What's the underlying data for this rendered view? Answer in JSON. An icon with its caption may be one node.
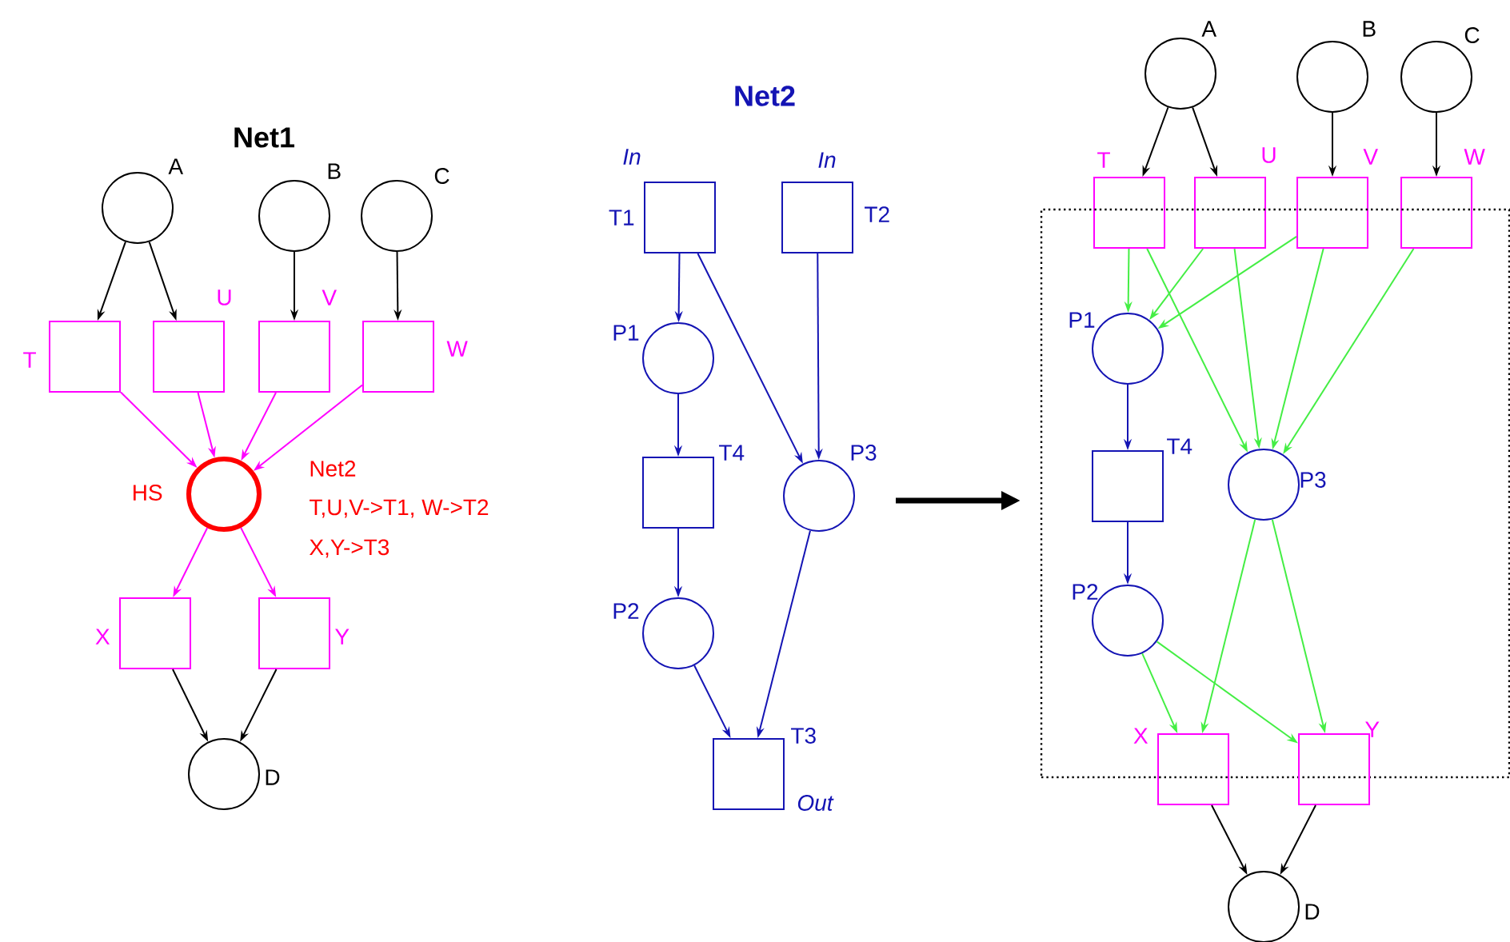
{
  "diagram": {
    "nodes": [
      {
        "text": [],
        "shape": "circle",
        "beside": [
          "A"
        ]
      },
      {
        "text": [],
        "shape": "circle",
        "beside": [
          "B"
        ]
      },
      {
        "text": [],
        "shape": "circle",
        "beside": [
          "C"
        ]
      },
      {
        "text": [],
        "shape": "box",
        "beside": [
          "T"
        ]
      },
      {
        "text": [],
        "shape": "box",
        "beside": [
          "U"
        ]
      },
      {
        "text": [],
        "shape": "box",
        "beside": [
          "V"
        ]
      },
      {
        "text": [],
        "shape": "box",
        "beside": [
          "W"
        ]
      },
      {
        "text": [],
        "shape": "circle",
        "beside": [
          "HS",
          "Net2",
          "T,U,V->T1, W->T2",
          "X,Y->T3"
        ]
      },
      {
        "text": [],
        "shape": "box",
        "beside": [
          "X"
        ]
      },
      {
        "text": [],
        "shape": "box",
        "beside": [
          "Y"
        ]
      },
      {
        "text": [],
        "shape": "circle",
        "beside": [
          "D"
        ]
      },
      {
        "text": [],
        "shape": "box",
        "beside": [
          "In",
          "T1"
        ]
      },
      {
        "text": [],
        "shape": "box",
        "beside": [
          "In",
          "T2"
        ]
      },
      {
        "text": [],
        "shape": "circle",
        "beside": [
          "P1"
        ]
      },
      {
        "text": [],
        "shape": "box",
        "beside": [
          "T4"
        ]
      },
      {
        "text": [],
        "shape": "circle",
        "beside": [
          "P3"
        ]
      },
      {
        "text": [],
        "shape": "circle",
        "beside": [
          "P2"
        ]
      },
      {
        "text": [],
        "shape": "box",
        "beside": [
          "T3",
          "Out"
        ]
      },
      {
        "text": [],
        "shape": "circle",
        "beside": [
          "A"
        ]
      },
      {
        "text": [],
        "shape": "circle",
        "beside": [
          "B"
        ]
      },
      {
        "text": [],
        "shape": "circle",
        "beside": [
          "C"
        ]
      },
      {
        "text": [],
        "shape": "box",
        "beside": [
          "T"
        ]
      },
      {
        "text": [],
        "shape": "box",
        "beside": [
          "U"
        ]
      },
      {
        "text": [],
        "shape": "box",
        "beside": [
          "V"
        ]
      },
      {
        "text": [],
        "shape": "box",
        "beside": [
          "W"
        ]
      },
      {
        "text": [],
        "shape": "box"
      },
      {
        "text": [],
        "shape": "circle",
        "beside": [
          "P1"
        ],
        "in": 25
      },
      {
        "text": [],
        "shape": "box",
        "beside": [
          "T4"
        ],
        "in": 25
      },
      {
        "text": [],
        "shape": "circle",
        "beside": [
          "P3"
        ],
        "in": 25
      },
      {
        "text": [],
        "shape": "circle",
        "beside": [
          "P2"
        ],
        "in": 25
      },
      {
        "text": [],
        "shape": "box",
        "beside": [
          "X"
        ]
      },
      {
        "text": [],
        "shape": "box",
        "beside": [
          "Y"
        ]
      },
      {
        "text": [],
        "shape": "circle",
        "beside": [
          "D"
        ]
      }
    ],
    "edges": [
      {
        "from": 0,
        "to": 3,
        "arrow": "to"
      },
      {
        "from": 0,
        "to": 4,
        "arrow": "to"
      },
      {
        "from": 1,
        "to": 5,
        "arrow": "to"
      },
      {
        "from": 2,
        "to": 6,
        "arrow": "to"
      },
      {
        "from": 3,
        "to": 7,
        "arrow": "to",
        "color": "#ff00ff"
      },
      {
        "from": 4,
        "to": 7,
        "arrow": "to",
        "color": "#ff00ff"
      },
      {
        "from": 5,
        "to": 7,
        "arrow": "to",
        "color": "#ff00ff"
      },
      {
        "from": 6,
        "to": 7,
        "arrow": "to",
        "color": "#ff00ff"
      },
      {
        "from": 7,
        "to": 8,
        "arrow": "to",
        "color": "#ff00ff"
      },
      {
        "from": 7,
        "to": 9,
        "arrow": "to",
        "color": "#ff00ff"
      },
      {
        "from": 8,
        "to": 10,
        "arrow": "to"
      },
      {
        "from": 9,
        "to": 10,
        "arrow": "to"
      },
      {
        "from": 11,
        "to": 13,
        "arrow": "to",
        "color": "#1414b4"
      },
      {
        "from": 11,
        "to": 15,
        "arrow": "to",
        "color": "#1414b4"
      },
      {
        "from": 12,
        "to": 15,
        "arrow": "to",
        "color": "#1414b4"
      },
      {
        "from": 13,
        "to": 14,
        "arrow": "to",
        "color": "#1414b4"
      },
      {
        "from": 14,
        "to": 16,
        "arrow": "to",
        "color": "#1414b4"
      },
      {
        "from": 16,
        "to": 17,
        "arrow": "to",
        "color": "#1414b4"
      },
      {
        "from": 15,
        "to": 17,
        "arrow": "to",
        "color": "#1414b4"
      },
      {
        "from": 18,
        "to": 21,
        "arrow": "to"
      },
      {
        "from": 18,
        "to": 22,
        "arrow": "to"
      },
      {
        "from": 19,
        "to": 23,
        "arrow": "to"
      },
      {
        "from": 20,
        "to": 24,
        "arrow": "to"
      },
      {
        "from": 21,
        "to": 26,
        "arrow": "to",
        "color": "#44ee44"
      },
      {
        "from": 21,
        "to": 28,
        "arrow": "to",
        "color": "#44ee44"
      },
      {
        "from": 22,
        "to": 26,
        "arrow": "to",
        "color": "#44ee44"
      },
      {
        "from": 22,
        "to": 28,
        "arrow": "to",
        "color": "#44ee44"
      },
      {
        "from": 23,
        "to": 26,
        "arrow": "to",
        "color": "#44ee44"
      },
      {
        "from": 23,
        "to": 28,
        "arrow": "to",
        "color": "#44ee44"
      },
      {
        "from": 24,
        "to": 28,
        "arrow": "to",
        "color": "#44ee44"
      },
      {
        "from": 26,
        "to": 27,
        "arrow": "to",
        "color": "#1414b4"
      },
      {
        "from": 27,
        "to": 29,
        "arrow": "to",
        "color": "#1414b4"
      },
      {
        "from": 28,
        "to": 30,
        "arrow": "to",
        "color": "#44ee44"
      },
      {
        "from": 28,
        "to": 31,
        "arrow": "to",
        "color": "#44ee44"
      },
      {
        "from": 29,
        "to": 30,
        "arrow": "to",
        "color": "#44ee44"
      },
      {
        "from": 29,
        "to": 31,
        "arrow": "to",
        "color": "#44ee44"
      },
      {
        "from": 30,
        "to": 32,
        "arrow": "to"
      },
      {
        "from": 31,
        "to": 32,
        "arrow": "to"
      }
    ],
    "labels": [
      "Net1",
      "Net2"
    ]
  }
}
